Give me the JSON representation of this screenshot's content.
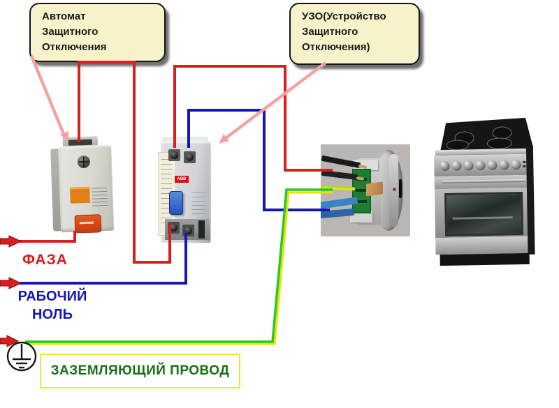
{
  "callouts": {
    "breaker": {
      "line1": "Автомат",
      "line2": "Защитного",
      "line3": "Отключения"
    },
    "rcd": {
      "line1": "УЗО(Устройство",
      "line2": "Защитного",
      "line3": "Отключения)"
    }
  },
  "labels": {
    "phase": "ФАЗА",
    "neutral_line1": "РАБОЧИЙ",
    "neutral_line2": "НОЛЬ",
    "ground_wire": "ЗАЗЕМЛЯЮЩИЙ ПРОВОД"
  },
  "devices": {
    "rcd_brand": "ABB"
  },
  "icons": {
    "earth_ground_icon": "⏚",
    "input_arrow_icon": "➤"
  },
  "colors": {
    "phase_wire": "#d81e1e",
    "neutral_wire": "#1616b4",
    "ground_wire_green": "#28c828",
    "ground_wire_yellow": "#e8e400",
    "callout_arrow": "#f2a2a4",
    "callout_fill": "#f6f3cb",
    "ground_label": "#157015",
    "ground_box_border": "#e8e83c"
  }
}
